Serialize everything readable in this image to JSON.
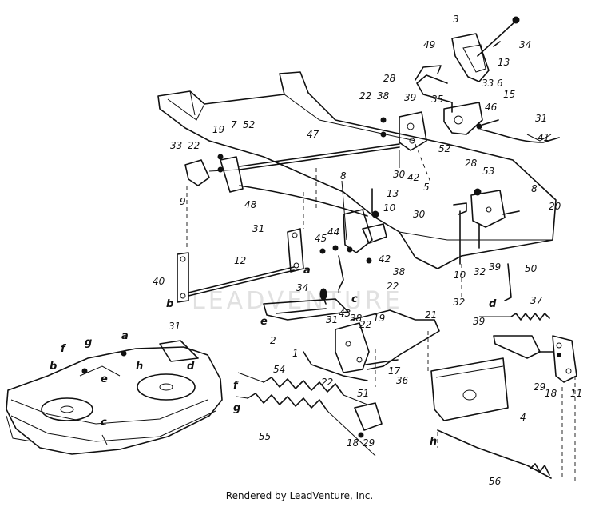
{
  "diagram": {
    "callouts": [
      {
        "id": "c1",
        "text": "3"
      },
      {
        "id": "c2",
        "text": "34"
      },
      {
        "id": "c3",
        "text": "13"
      },
      {
        "id": "c4",
        "text": "49"
      },
      {
        "id": "c5",
        "text": "33"
      },
      {
        "id": "c6",
        "text": "6"
      },
      {
        "id": "c7",
        "text": "35"
      },
      {
        "id": "c8",
        "text": "46"
      },
      {
        "id": "c9",
        "text": "15"
      },
      {
        "id": "c10",
        "text": "31"
      },
      {
        "id": "c11",
        "text": "41"
      },
      {
        "id": "c12",
        "text": "28"
      },
      {
        "id": "c13",
        "text": "22"
      },
      {
        "id": "c14",
        "text": "38"
      },
      {
        "id": "c15",
        "text": "39"
      },
      {
        "id": "c16",
        "text": "52"
      },
      {
        "id": "c17",
        "text": "30"
      },
      {
        "id": "c18",
        "text": "42"
      },
      {
        "id": "c19",
        "text": "5"
      },
      {
        "id": "c20",
        "text": "28"
      },
      {
        "id": "c21",
        "text": "53"
      },
      {
        "id": "c22",
        "text": "8"
      },
      {
        "id": "c23",
        "text": "20"
      },
      {
        "id": "c24",
        "text": "19"
      },
      {
        "id": "c25",
        "text": "7"
      },
      {
        "id": "c26",
        "text": "52"
      },
      {
        "id": "c27",
        "text": "47"
      },
      {
        "id": "c28",
        "text": "33"
      },
      {
        "id": "c29",
        "text": "22"
      },
      {
        "id": "c30",
        "text": "9"
      },
      {
        "id": "c31",
        "text": "48"
      },
      {
        "id": "c32",
        "text": "8"
      },
      {
        "id": "c33",
        "text": "13"
      },
      {
        "id": "c34",
        "text": "10"
      },
      {
        "id": "c35",
        "text": "30"
      },
      {
        "id": "c36",
        "text": "31"
      },
      {
        "id": "c37",
        "text": "45"
      },
      {
        "id": "c38",
        "text": "44"
      },
      {
        "id": "c39",
        "text": "42"
      },
      {
        "id": "c40",
        "text": "38"
      },
      {
        "id": "c41",
        "text": "22"
      },
      {
        "id": "c42",
        "text": "10"
      },
      {
        "id": "c43",
        "text": "32"
      },
      {
        "id": "c44",
        "text": "39"
      },
      {
        "id": "c45",
        "text": "50"
      },
      {
        "id": "c46",
        "text": "12"
      },
      {
        "id": "c47",
        "text": "40"
      },
      {
        "id": "c48",
        "text": "31"
      },
      {
        "id": "c49",
        "text": "34"
      },
      {
        "id": "c50",
        "text": "32"
      },
      {
        "id": "c51",
        "text": "39"
      },
      {
        "id": "c52",
        "text": "37"
      },
      {
        "id": "c53",
        "text": "43"
      },
      {
        "id": "c54",
        "text": "38"
      },
      {
        "id": "c55",
        "text": "22"
      },
      {
        "id": "c56",
        "text": "31"
      },
      {
        "id": "c57",
        "text": "19"
      },
      {
        "id": "c58",
        "text": "21"
      },
      {
        "id": "c59",
        "text": "2"
      },
      {
        "id": "c60",
        "text": "1"
      },
      {
        "id": "c61",
        "text": "22"
      },
      {
        "id": "c62",
        "text": "17"
      },
      {
        "id": "c63",
        "text": "36"
      },
      {
        "id": "c64",
        "text": "51"
      },
      {
        "id": "c65",
        "text": "54"
      },
      {
        "id": "c66",
        "text": "55"
      },
      {
        "id": "c67",
        "text": "18"
      },
      {
        "id": "c68",
        "text": "29"
      },
      {
        "id": "c69",
        "text": "4"
      },
      {
        "id": "c70",
        "text": "29"
      },
      {
        "id": "c71",
        "text": "18"
      },
      {
        "id": "c72",
        "text": "11"
      },
      {
        "id": "c73",
        "text": "56"
      }
    ],
    "letters": [
      {
        "id": "l1",
        "text": "a"
      },
      {
        "id": "l2",
        "text": "b"
      },
      {
        "id": "l3",
        "text": "c"
      },
      {
        "id": "l4",
        "text": "d"
      },
      {
        "id": "l5",
        "text": "e"
      },
      {
        "id": "l6",
        "text": "f"
      },
      {
        "id": "l7",
        "text": "g"
      },
      {
        "id": "l8",
        "text": "h"
      },
      {
        "id": "l9",
        "text": "a"
      },
      {
        "id": "l10",
        "text": "g"
      },
      {
        "id": "l11",
        "text": "f"
      },
      {
        "id": "l12",
        "text": "h"
      },
      {
        "id": "l13",
        "text": "e"
      },
      {
        "id": "l14",
        "text": "b"
      },
      {
        "id": "l15",
        "text": "c"
      },
      {
        "id": "l16",
        "text": "d"
      }
    ],
    "watermark": "LEADVENTURE"
  },
  "footer": {
    "text": "Rendered by LeadVenture, Inc."
  }
}
